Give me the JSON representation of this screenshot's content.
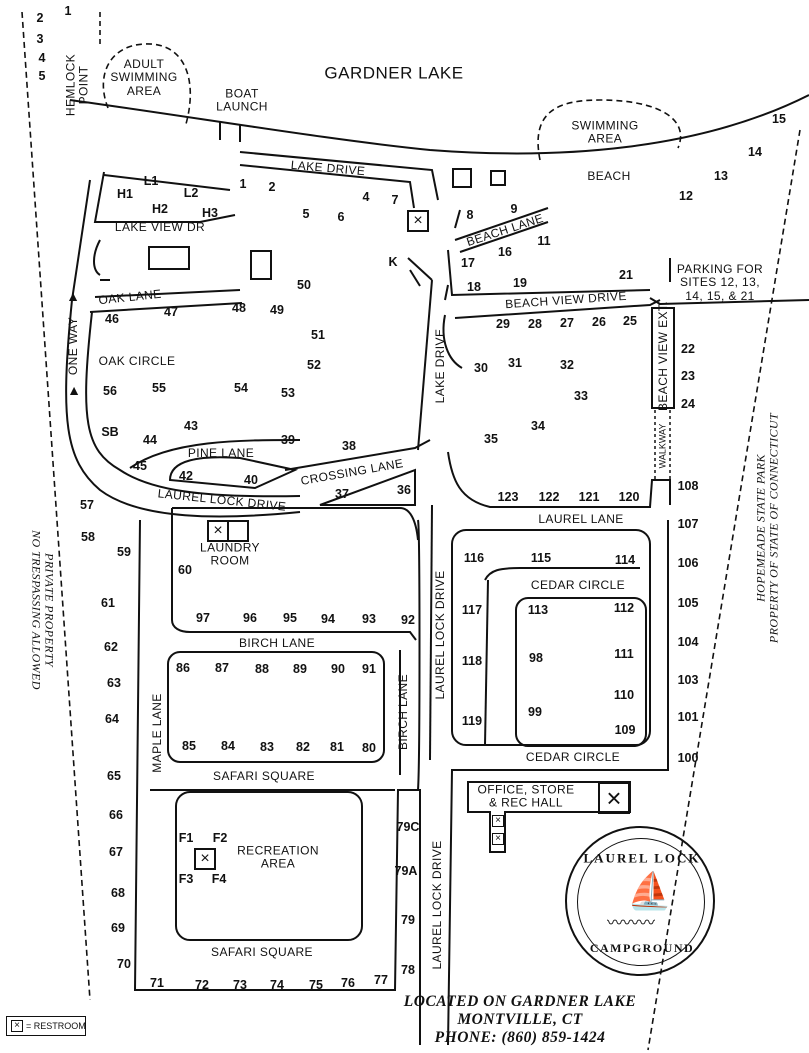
{
  "lake": {
    "title": "GARDNER LAKE"
  },
  "areas": {
    "adult_swimming": "ADULT\nSWIMMING\nAREA",
    "boat_launch": "BOAT\nLAUNCH",
    "swimming": "SWIMMING\nAREA",
    "beach": "BEACH",
    "hemlock_point": "HEMLOCK\nPOINT",
    "parking": "PARKING FOR\nSITES 12, 13,\n14, 15, & 21",
    "laundry": "LAUNDRY\nROOM",
    "recreation": "RECREATION\nAREA",
    "office": "OFFICE, STORE\n& REC HALL",
    "walkway": "WALKWAY",
    "private_property": "PRIVATE PROPERTY\nNO TRESPASSING ALLOWED",
    "state_park": "HOPEMEADE STATE PARK\nPROPERTY OF STATE OF CONNECTICUT",
    "one_way": "ONE WAY"
  },
  "roads": {
    "lake_drive_top": "LAKE DRIVE",
    "lake_view_dr": "LAKE VIEW DR",
    "beach_lane": "BEACH LANE",
    "oak_lane": "OAK LANE",
    "oak_circle": "OAK CIRCLE",
    "beach_view_drive": "BEACH VIEW DRIVE",
    "beach_view_ext": "BEACH VIEW EXT.",
    "lake_drive_vertical": "LAKE DRIVE",
    "pine_lane": "PINE LANE",
    "crossing_lane": "CROSSING LANE",
    "laurel_lock_drive_west": "LAUREL LOCK DRIVE",
    "laurel_lane": "LAUREL LANE",
    "cedar_circle_top": "CEDAR CIRCLE",
    "cedar_circle_bottom": "CEDAR CIRCLE",
    "laurel_lock_drive_mid": "LAUREL LOCK DRIVE",
    "birch_lane": "BIRCH LANE",
    "birch_lane_vertical": "BIRCH LANE",
    "maple_lane": "MAPLE LANE",
    "safari_square_top": "SAFARI SQUARE",
    "safari_square_bottom": "SAFARI SQUARE",
    "laurel_lock_drive_south": "LAUREL LOCK DRIVE"
  },
  "logo": {
    "top": "LAUREL LOCK",
    "bottom": "CAMPGROUND"
  },
  "footer": {
    "line1": "LOCATED ON GARDNER LAKE",
    "line2": "MONTVILLE, CT",
    "line3": "PHONE: (860) 859-1424"
  },
  "legend": {
    "restroom": "= RESTROOM"
  },
  "sites": [
    "1",
    "2",
    "3",
    "4",
    "5",
    "1",
    "2",
    "4",
    "7",
    "5",
    "6",
    "L1",
    "L2",
    "H1",
    "H2",
    "H3",
    "K",
    "8",
    "9",
    "16",
    "11",
    "17",
    "18",
    "19",
    "21",
    "12",
    "13",
    "14",
    "15",
    "50",
    "48",
    "49",
    "46",
    "47",
    "51",
    "52",
    "53",
    "54",
    "55",
    "56",
    "SB",
    "44",
    "43",
    "45",
    "39",
    "38",
    "42",
    "40",
    "37",
    "36",
    "29",
    "28",
    "27",
    "26",
    "25",
    "30",
    "31",
    "32",
    "33",
    "34",
    "35",
    "22",
    "23",
    "24",
    "123",
    "122",
    "121",
    "120",
    "108",
    "107",
    "106",
    "105",
    "104",
    "103",
    "101",
    "100",
    "116",
    "115",
    "114",
    "117",
    "118",
    "119",
    "113",
    "112",
    "98",
    "111",
    "110",
    "99",
    "109",
    "57",
    "58",
    "59",
    "60",
    "61",
    "62",
    "63",
    "64",
    "65",
    "66",
    "67",
    "68",
    "69",
    "70",
    "71",
    "72",
    "73",
    "74",
    "75",
    "76",
    "77",
    "78",
    "79",
    "79A",
    "79C",
    "97",
    "96",
    "95",
    "94",
    "93",
    "92",
    "86",
    "87",
    "88",
    "89",
    "90",
    "91",
    "85",
    "84",
    "83",
    "82",
    "81",
    "80",
    "F1",
    "F2",
    "F3",
    "F4"
  ]
}
